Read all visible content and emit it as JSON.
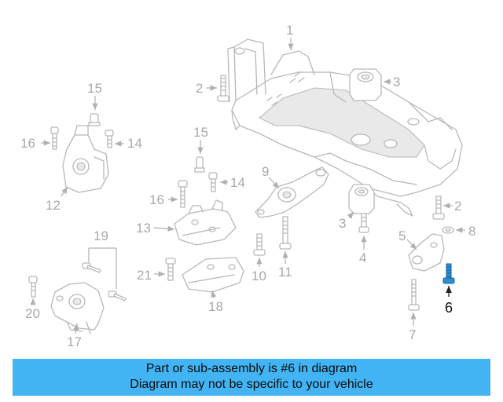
{
  "callouts": {
    "c1": "1",
    "c2a": "2",
    "c2b": "2",
    "c3a": "3",
    "c3b": "3",
    "c4": "4",
    "c5": "5",
    "c6": "6",
    "c7": "7",
    "c8": "8",
    "c9": "9",
    "c10": "10",
    "c11": "11",
    "c12": "12",
    "c13": "13",
    "c14a": "14",
    "c14b": "14",
    "c15a": "15",
    "c15b": "15",
    "c16a": "16",
    "c16b": "16",
    "c17": "17",
    "c18": "18",
    "c19": "19",
    "c20": "20",
    "c21": "21"
  },
  "highlight": {
    "part": "6",
    "color": "#2b8fd6"
  },
  "banner": {
    "line1": "Part or sub-assembly is #6 in diagram",
    "line2": "Diagram may not be specific to your vehicle",
    "background": "#42b4f3"
  }
}
